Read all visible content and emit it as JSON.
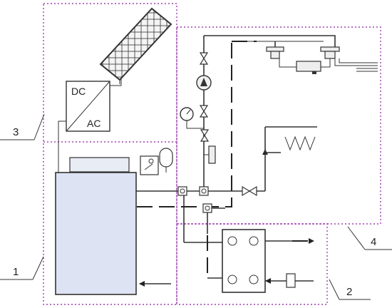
{
  "converter": {
    "top_text": "DC",
    "bottom_text": "AC"
  },
  "callouts": [
    {
      "id": "3",
      "text": "3"
    },
    {
      "id": "1",
      "text": "1"
    },
    {
      "id": "4",
      "text": "4"
    },
    {
      "id": "2",
      "text": "2"
    }
  ],
  "colors": {
    "zone_border": "#a040b0",
    "tank_fill": "#dde3f2",
    "panel_fill": "#f4f4f4",
    "line": "#333333"
  }
}
